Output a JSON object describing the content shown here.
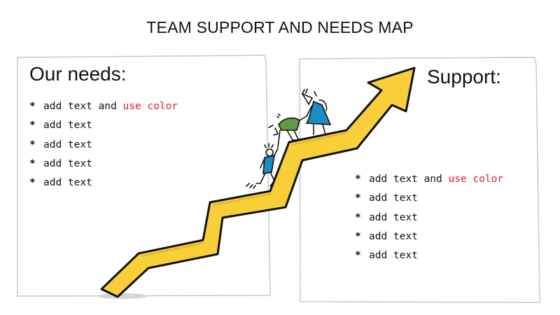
{
  "title": "TEAM SUPPORT AND NEEDS MAP",
  "colors": {
    "arrow_fill": "#f8cf39",
    "arrow_stroke": "#111111",
    "accent_text": "#e8192c",
    "figure_blue": "#1a8dc5",
    "figure_green": "#5f9a45",
    "panel_border": "#c8c8c8"
  },
  "left_panel": {
    "heading": "Our needs:",
    "items": [
      {
        "bullet": "*",
        "text": "add text and ",
        "accent": "use color"
      },
      {
        "bullet": "*",
        "text": "add text",
        "accent": ""
      },
      {
        "bullet": "*",
        "text": "add text",
        "accent": ""
      },
      {
        "bullet": "*",
        "text": "add text",
        "accent": ""
      },
      {
        "bullet": "*",
        "text": "add text",
        "accent": ""
      }
    ]
  },
  "right_panel": {
    "heading": "Support:",
    "items": [
      {
        "bullet": "*",
        "text": "add text and ",
        "accent": "use color"
      },
      {
        "bullet": "*",
        "text": "add text",
        "accent": ""
      },
      {
        "bullet": "*",
        "text": "add text",
        "accent": ""
      },
      {
        "bullet": "*",
        "text": "add text",
        "accent": ""
      },
      {
        "bullet": "*",
        "text": "add text",
        "accent": ""
      }
    ]
  },
  "illustration": {
    "icon": "rising-zigzag-arrow-icon",
    "figures": [
      "climbing-person-icon",
      "helping-person-icon",
      "leading-person-icon"
    ]
  }
}
